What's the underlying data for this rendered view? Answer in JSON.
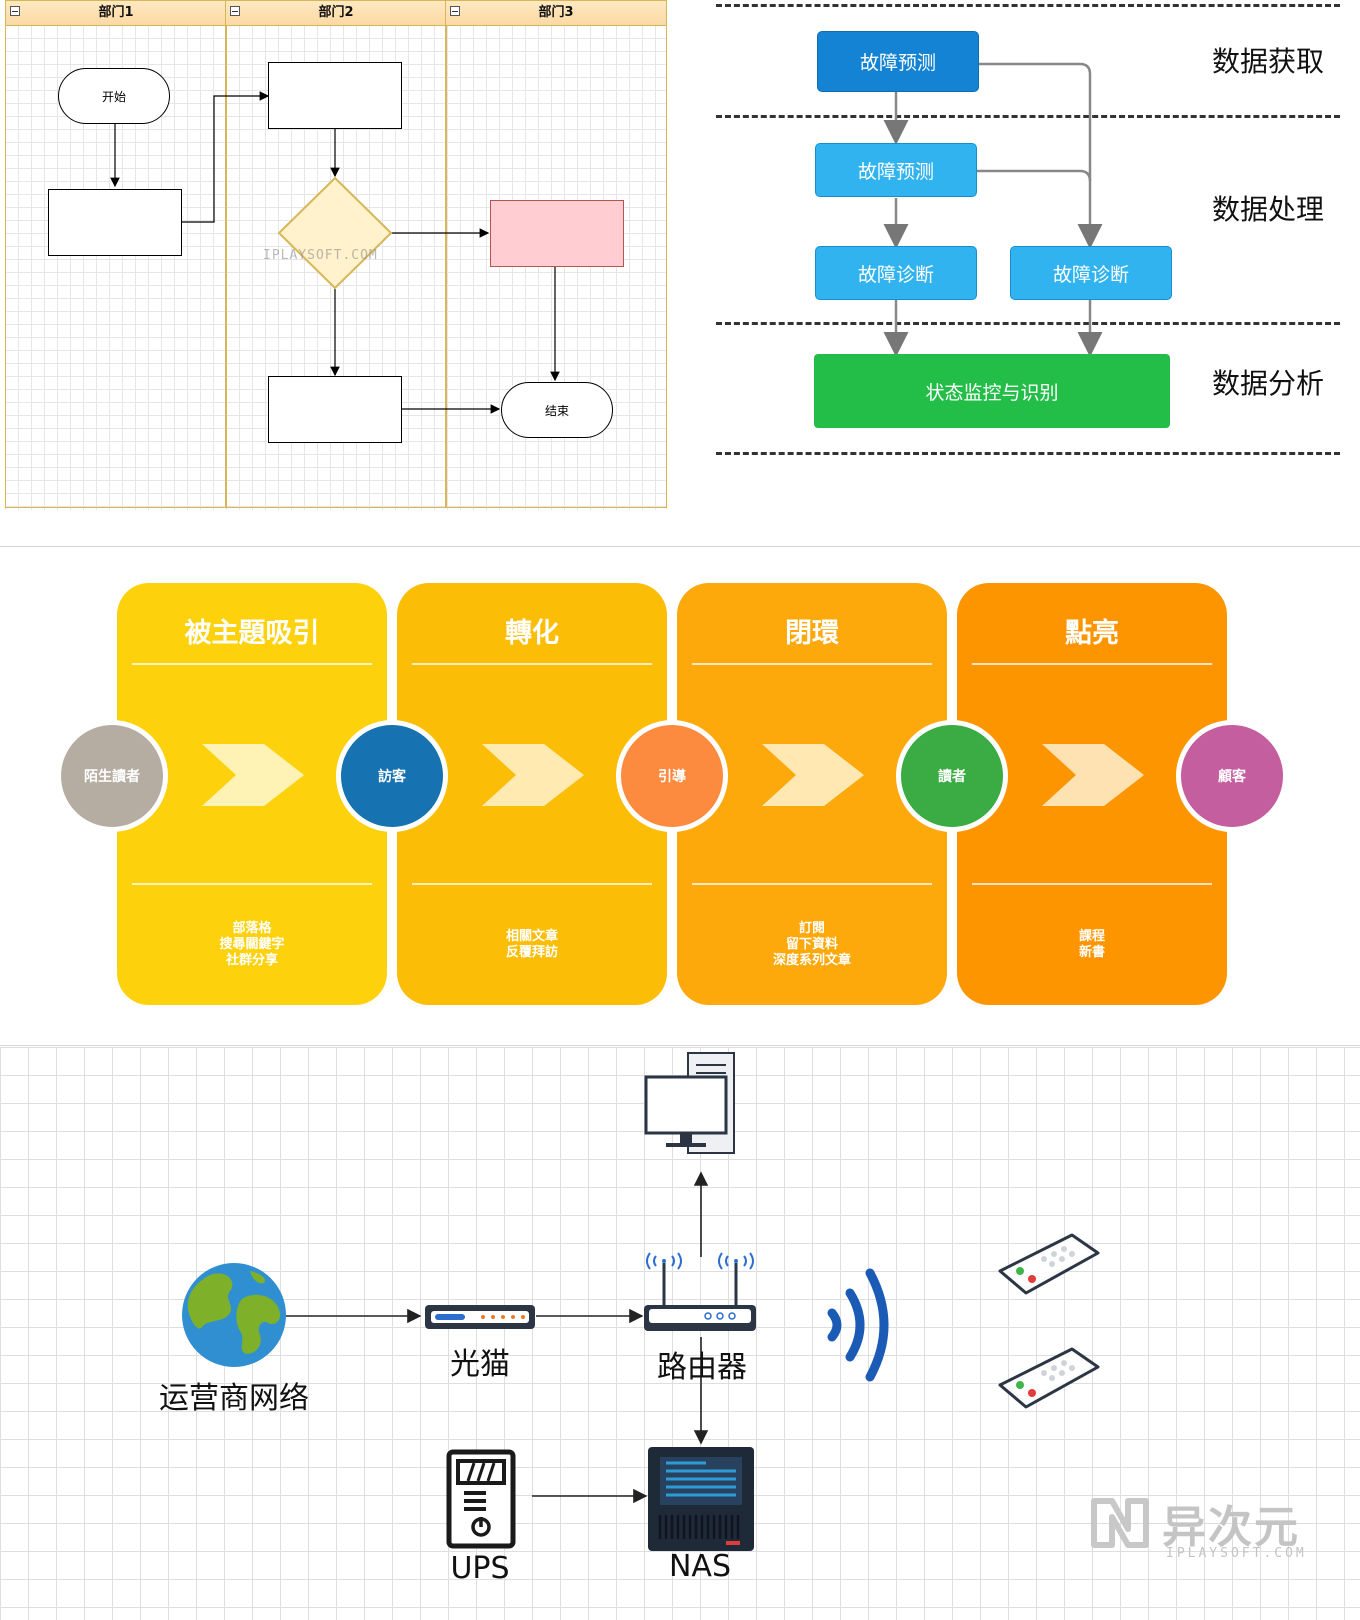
{
  "swimlane": {
    "lanes": [
      {
        "title": "部门1"
      },
      {
        "title": "部门2"
      },
      {
        "title": "部门3"
      }
    ],
    "start_label": "开始",
    "end_label": "结束",
    "watermark": "IPLAYSOFT.COM"
  },
  "layers": {
    "rows": [
      {
        "label": "数据获取"
      },
      {
        "label": "数据处理"
      },
      {
        "label": "数据分析"
      }
    ],
    "nodes": {
      "top": "故障预测",
      "mid": "故障预测",
      "diag_left": "故障诊断",
      "diag_right": "故障诊断",
      "monitor": "状态监控与识别"
    },
    "colors": {
      "top": "#1583d3",
      "mid": "#31b3f0",
      "monitor": "#22be48"
    }
  },
  "funnel": {
    "stages": [
      {
        "title": "被主題吸引",
        "lines": [
          "部落格",
          "搜尋關鍵字",
          "社群分享"
        ],
        "color": "#fdd10b"
      },
      {
        "title": "轉化",
        "lines": [
          "相關文章",
          "反覆拜訪"
        ],
        "color": "#fcbd06"
      },
      {
        "title": "閉環",
        "lines": [
          "訂閱",
          "留下資料",
          "深度系列文章"
        ],
        "color": "#fda80b"
      },
      {
        "title": "點亮",
        "lines": [
          "課程",
          "新書"
        ],
        "color": "#fd9501"
      }
    ],
    "nodes": [
      {
        "label": "陌生讀者",
        "color": "#b6ada2"
      },
      {
        "label": "訪客",
        "color": "#1772b1"
      },
      {
        "label": "引導",
        "color": "#fd8b3f"
      },
      {
        "label": "讀者",
        "color": "#3aac43"
      },
      {
        "label": "顧客",
        "color": "#c45e9f"
      }
    ]
  },
  "network": {
    "labels": {
      "isp": "运营商网络",
      "modem": "光猫",
      "router": "路由器",
      "ups": "UPS",
      "nas": "NAS"
    },
    "brand": {
      "name": "异次元",
      "site": "IPLAYSOFT.COM"
    }
  }
}
